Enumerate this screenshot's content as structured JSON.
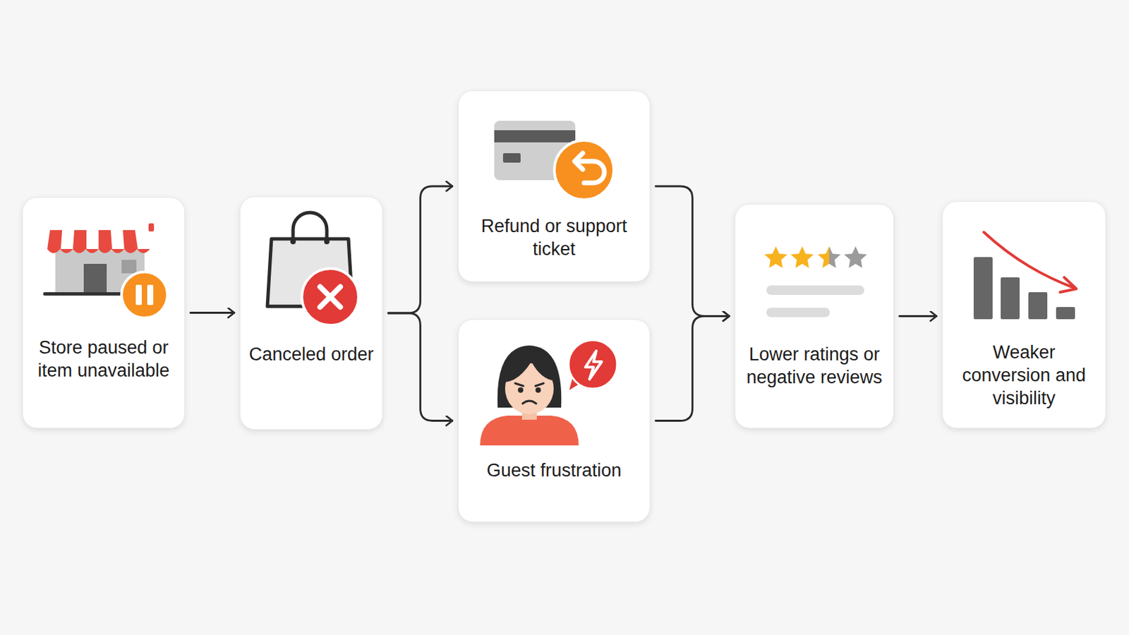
{
  "diagram": {
    "nodes": [
      {
        "text": [
          "Store paused or item unavailable"
        ]
      },
      {
        "text": [
          "Canceled order"
        ]
      },
      {
        "text": [
          "Refund or support ticket"
        ]
      },
      {
        "text": [
          "Guest frustration"
        ]
      },
      {
        "text": [
          "Lower ratings or negative reviews"
        ]
      },
      {
        "text": [
          "Weaker conversion and visibility"
        ]
      }
    ],
    "edges": [
      {
        "from": 0,
        "to": 1,
        "arrow": "to"
      },
      {
        "from": 1,
        "to": 2,
        "arrow": "to"
      },
      {
        "from": 1,
        "to": 3,
        "arrow": "to"
      },
      {
        "from": 2,
        "to": 4,
        "arrow": "to"
      },
      {
        "from": 3,
        "to": 4,
        "arrow": "to"
      },
      {
        "from": 4,
        "to": 5,
        "arrow": "to"
      }
    ]
  }
}
